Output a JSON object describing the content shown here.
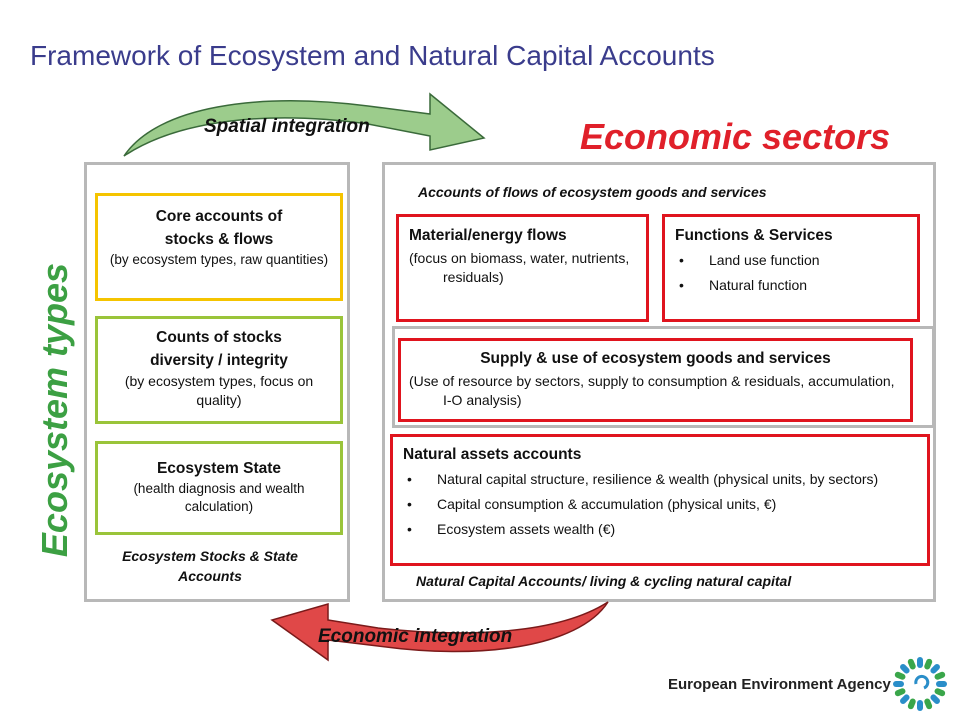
{
  "title": "Framework of Ecosystem and Natural Capital Accounts",
  "spatial_integration": "Spatial integration",
  "economic_integration": "Economic integration",
  "economic_sectors": "Economic sectors",
  "ecosystem_types": "Ecosystem types",
  "left_panel": {
    "core": {
      "title_line1": "Core accounts of",
      "title_line2": "stocks & flows",
      "subtitle": "(by ecosystem types, raw quantities)"
    },
    "counts": {
      "title_line1": "Counts of stocks",
      "title_line2": "diversity / integrity",
      "subtitle": "(by ecosystem types, focus on quality)"
    },
    "state": {
      "title": "Ecosystem State",
      "subtitle": "(health diagnosis and wealth calculation)"
    },
    "caption": "Ecosystem Stocks & State Accounts"
  },
  "right_panel": {
    "flows_caption": "Accounts of flows of ecosystem goods and services",
    "material": {
      "title": "Material/energy flows",
      "subtitle": "(focus on biomass, water, nutrients, residuals)"
    },
    "functions": {
      "title": "Functions & Services",
      "items": [
        "Land use function",
        "Natural function"
      ]
    },
    "supply": {
      "title": "Supply & use of ecosystem goods and services",
      "subtitle": "(Use of resource by sectors, supply to consumption & residuals, accumulation, I-O analysis)"
    },
    "assets": {
      "title": "Natural assets accounts",
      "items": [
        "Natural capital structure, resilience & wealth (physical units, by sectors)",
        "Capital consumption & accumulation (physical units, €)",
        "Ecosystem assets wealth (€)"
      ]
    },
    "bottom_caption": "Natural Capital Accounts/ living & cycling natural capital"
  },
  "logo_text": "European Environment Agency",
  "colors": {
    "title": "#3a3c8c",
    "economic_sectors": "#e0202a",
    "ecosystem_types": "#3ca043",
    "yellow_border": "#f5c400",
    "green_border": "#9ac43a",
    "red_border": "#e0141e",
    "panel_border": "#b8b8b8",
    "spatial_arrow": "#9ccc8c",
    "economic_arrow": "#e04848"
  }
}
